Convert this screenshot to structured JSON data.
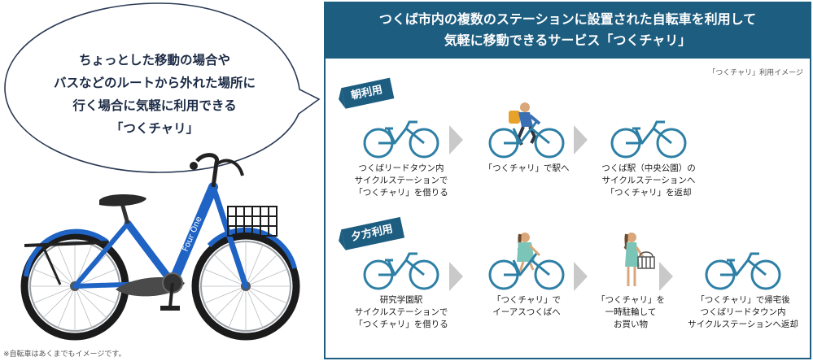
{
  "bubble": {
    "lines": [
      "ちょっとした移動の場合や",
      "バスなどのルートから外れた場所に",
      "行く場合に気軽に利用できる",
      "「つくチャリ」"
    ]
  },
  "footnote": "※自転車はあくまでもイメージです。",
  "bike_brand_text": "Four One",
  "panel": {
    "header_lines": [
      "つくば市内の複数のステーションに設置された自転車を利用して",
      "気軽に移動できるサービス「つくチャリ」"
    ],
    "caption": "「つくチャリ」利用イメージ",
    "morning": {
      "tag": "朝利用",
      "steps": [
        {
          "lines": [
            "つくばリードタウン内",
            "サイクルステーションで",
            "「つくチャリ」を借りる"
          ]
        },
        {
          "lines": [
            "「つくチャリ」で駅へ"
          ]
        },
        {
          "lines": [
            "つくば駅（中央公園）の",
            "サイクルステーションへ",
            "「つくチャリ」を返却"
          ]
        }
      ]
    },
    "evening": {
      "tag": "夕方利用",
      "steps": [
        {
          "lines": [
            "研究学園駅",
            "サイクルステーションで",
            "「つくチャリ」を借りる"
          ]
        },
        {
          "lines": [
            "「つくチャリ」で",
            "イーアスつくばへ"
          ]
        },
        {
          "lines": [
            "「つくチャリ」を",
            "一時駐輪して",
            "お買い物"
          ]
        },
        {
          "lines": [
            "「つくチャリ」で帰宅後",
            "つくばリードタウン内",
            "サイクルステーションへ返却"
          ]
        }
      ]
    }
  },
  "colors": {
    "primary": "#1d5d80",
    "bike_blue": "#1f63c4",
    "bike_teal": "#2d7fa6",
    "arrow_gray": "#c9c9c9"
  }
}
